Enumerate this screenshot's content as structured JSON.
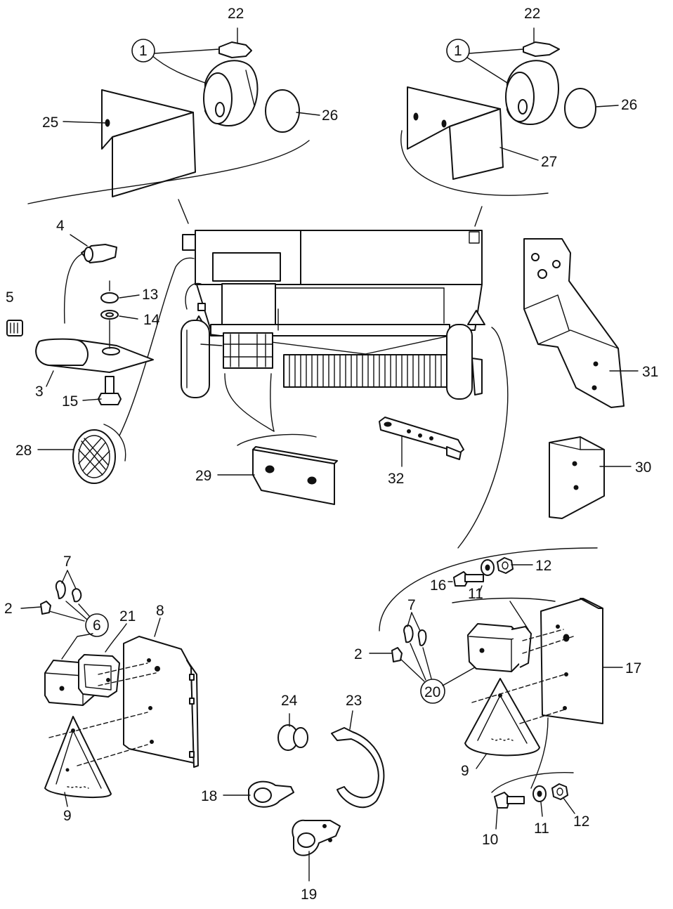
{
  "labels": {
    "l1a": "1",
    "l1b": "1",
    "l2a": "2",
    "l2b": "2",
    "l3": "3",
    "l4": "4",
    "l5": "5",
    "l6": "6",
    "l7a": "7",
    "l7b": "7",
    "l8": "8",
    "l9a": "9",
    "l9b": "9",
    "l10": "10",
    "l11a": "11",
    "l11b": "11",
    "l12a": "12",
    "l12b": "12",
    "l13": "13",
    "l14": "14",
    "l15": "15",
    "l16": "16",
    "l17": "17",
    "l18": "18",
    "l19": "19",
    "l20": "20",
    "l21": "21",
    "l22a": "22",
    "l22b": "22",
    "l23": "23",
    "l24": "24",
    "l25": "25",
    "l26a": "26",
    "l26b": "26",
    "l27": "27",
    "l28": "28",
    "l29": "29",
    "l30": "30",
    "l31": "31",
    "l32": "32"
  },
  "colors": {
    "ink": "#111111",
    "paper": "#ffffff"
  }
}
